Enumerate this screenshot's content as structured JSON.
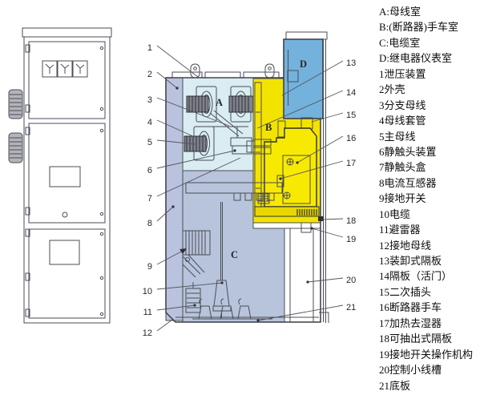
{
  "legend": {
    "items": [
      "A:母线室",
      "B:(断路器)手车室",
      "C:电缆室",
      "D:继电器仪表室",
      "1泄压装置",
      "2外壳",
      "3分支母线",
      "4母线套管",
      "5主母线",
      "6静触头装置",
      "7静触头盒",
      "8电流互感器",
      "9接地开关",
      "10电缆",
      "11避雷器",
      "12接地母线",
      "13装卸式隔板",
      "14隔板（活门）",
      "15二次插头",
      "16断路器手车",
      "17加热去湿器",
      "18可抽出式隔板",
      "19接地开关操作机构",
      "20控制小线槽",
      "21底板"
    ]
  },
  "diagram": {
    "letters": {
      "A": "A",
      "B": "B",
      "C": "C",
      "D": "D"
    },
    "numbers": [
      "1",
      "2",
      "3",
      "4",
      "5",
      "6",
      "7",
      "8",
      "9",
      "10",
      "11",
      "12",
      "13",
      "14",
      "15",
      "16",
      "17",
      "18",
      "19",
      "20",
      "21"
    ],
    "colors": {
      "busbar_room": "#d9edf2",
      "breaker_room": "#f3e400",
      "breaker_rail": "#e8d800",
      "cable_room": "#b7c4db",
      "cable_item": "#cdd8e6",
      "relay_room": "#73b2dc",
      "shell_band": "#bac3dd",
      "handle_gray": "#b3b3ba",
      "rib_gray": "#81838c"
    }
  }
}
